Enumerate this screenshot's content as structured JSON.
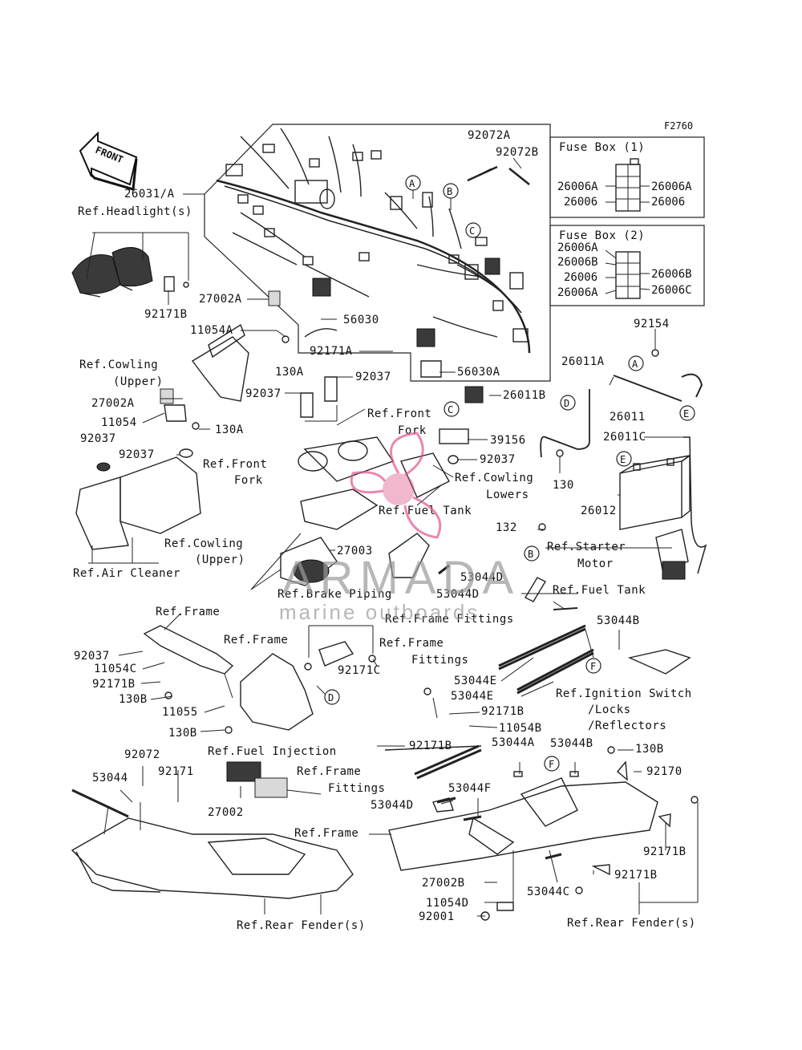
{
  "diagram_id": "F2760",
  "front_arrow": "FRONT",
  "colors": {
    "ink": "#222222",
    "watermark": "#e0558f",
    "watermark_text": "#9a9a9a"
  },
  "watermark": {
    "brand": "ARMADA",
    "tagline": "marine outboards"
  },
  "fuse_box_1": {
    "title": "Fuse Box (1)",
    "left": [
      "26006A",
      "26006"
    ],
    "right": [
      "26006A",
      "26006"
    ]
  },
  "fuse_box_2": {
    "title": "Fuse Box (2)",
    "left": [
      "26006A",
      "26006B",
      "26006",
      "26006A"
    ],
    "right": [
      "26006B",
      "26006C"
    ]
  },
  "callouts": [
    "A",
    "B",
    "C",
    "D",
    "E",
    "F"
  ],
  "labels": {
    "l_26031A": "26031/A",
    "l_ref_headlight": "Ref.Headlight(s)",
    "l_92171B_a": "92171B",
    "l_27002A_a": "27002A",
    "l_11054A": "11054A",
    "l_ref_cowling_upper_a": "Ref.Cowling",
    "l_ref_cowling_upper_a2": "(Upper)",
    "l_130A_a": "130A",
    "l_27002A_b": "27002A",
    "l_11054": "11054",
    "l_130A_b": "130A",
    "l_92037_a": "92037",
    "l_92037_b": "92037",
    "l_ref_front_fork_a": "Ref.Front",
    "l_ref_front_fork_a2": "Fork",
    "l_ref_cowling_upper_b": "Ref.Cowling",
    "l_ref_cowling_upper_b2": "(Upper)",
    "l_ref_air_cleaner": "Ref.Air Cleaner",
    "l_92072A": "92072A",
    "l_92072B": "92072B",
    "l_56030": "56030",
    "l_92171A": "92171A",
    "l_92037_c": "92037",
    "l_92037_d": "92037",
    "l_56030A": "56030A",
    "l_ref_front_fork_b": "Ref.Front",
    "l_ref_front_fork_b2": "Fork",
    "l_26011B": "26011B",
    "l_39156": "39156",
    "l_92037_e": "92037",
    "l_ref_cowling_lowers": "Ref.Cowling",
    "l_ref_cowling_lowers2": "Lowers",
    "l_ref_fuel_tank_a": "Ref.Fuel Tank",
    "l_27003": "27003",
    "l_ref_brake_piping": "Ref.Brake Piping",
    "l_53044D_a": "53044D",
    "l_53044D_b": "53044D",
    "l_92154": "92154",
    "l_26011A": "26011A",
    "l_26011": "26011",
    "l_26011C": "26011C",
    "l_130": "130",
    "l_26012": "26012",
    "l_132": "132",
    "l_ref_starter_motor": "Ref.Starter",
    "l_ref_starter_motor2": "Motor",
    "l_ref_fuel_tank_b": "Ref.Fuel Tank",
    "l_ref_frame_fittings_a": "Ref.Frame Fittings",
    "l_53044B_a": "53044B",
    "l_ref_frame_a": "Ref.Frame",
    "l_92037_f": "92037",
    "l_11054C": "11054C",
    "l_92171B_b": "92171B",
    "l_130B_a": "130B",
    "l_11055": "11055",
    "l_130B_b": "130B",
    "l_ref_frame_b": "Ref.Frame",
    "l_92171C": "92171C",
    "l_ref_frame_fittings_b": "Ref.Frame",
    "l_ref_frame_fittings_b2": "Fittings",
    "l_53044E_a": "53044E",
    "l_53044E_b": "53044E",
    "l_ref_ignition": "Ref.Ignition Switch",
    "l_ref_ignition2": "/Locks",
    "l_ref_ignition3": "/Reflectors",
    "l_92171B_c": "92171B",
    "l_11054B": "11054B",
    "l_92171B_d": "92171B",
    "l_53044A": "53044A",
    "l_53044B_b": "53044B",
    "l_130B_c": "130B",
    "l_92170": "92170",
    "l_92072": "92072",
    "l_53044": "53044",
    "l_92171": "92171",
    "l_ref_fuel_injection": "Ref.Fuel Injection",
    "l_ref_frame_fittings_c": "Ref.Frame",
    "l_ref_frame_fittings_c2": "Fittings",
    "l_27002": "27002",
    "l_53044F": "53044F",
    "l_53044D_c": "53044D",
    "l_ref_frame_c": "Ref.Frame",
    "l_92171B_e": "92171B",
    "l_92171B_f": "92171B",
    "l_27002B": "27002B",
    "l_11054D": "11054D",
    "l_53044C": "53044C",
    "l_92001": "92001",
    "l_ref_rear_fender_a": "Ref.Rear Fender(s)",
    "l_ref_rear_fender_b": "Ref.Rear Fender(s)"
  }
}
